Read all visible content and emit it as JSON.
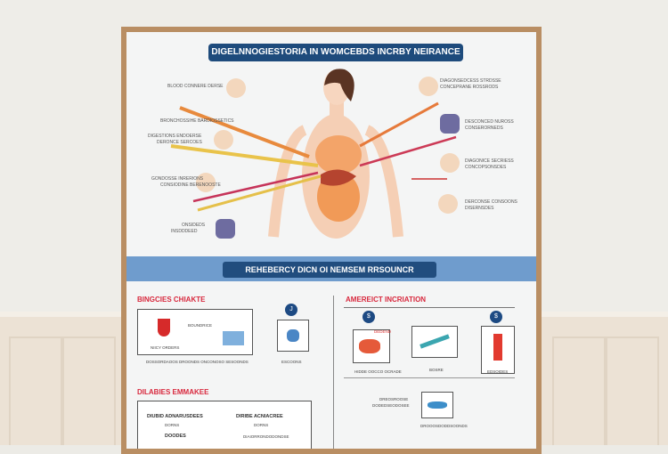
{
  "poster": {
    "title": "DIGELNNOGIESTORIA IN WOMCEBDS INCRBY NEIRANCE",
    "left_labels": [
      "BLOOD CONNERE DERSE",
      "BRONCHOSSIHE BARDIOSSETICS",
      "DIGESTIONS ENDOERSE",
      "DERONCE SERCOES",
      "GONDOSSE INRERIONS",
      "CONSIODINE BERENOOSTE",
      "ONSIDEDS",
      "INSDDDEED"
    ],
    "right_labels": [
      "DIAGONSEDCESS STRDSSE",
      "CONCEPRANE ROSSRODS",
      "DESCONCED NUROSS",
      "CONSERORNEDS",
      "DIAGONICE SECRIESS",
      "CONCOPSONSDES",
      "DERCONSE CONSOONS",
      "DISERNSDES"
    ],
    "section2_title": "REHEBERCY DICN OI NEMSEM RRSOUNCR",
    "left_heading": "BINGCIES CHIAKTE",
    "left_box": {
      "label1": "BOUNDRICE",
      "label2": "NIICY ORDERS",
      "caption": "DOSSORDAOOS DROONDS ONCONOSO SESOONDS",
      "side": "ESCOONS",
      "step": "J"
    },
    "left_heading2": "DILABIES EMMAKEE",
    "left_box2": {
      "a": "DIUBID ADNARUSDEES",
      "b": "DIRIBE ACNIACREE",
      "c": "DORNS",
      "d": "DORNS",
      "e": "DOODES",
      "f": "DIAIORRONDODONDSE"
    },
    "right_heading": "AMEREICT INCRIATION",
    "right_flow": {
      "step1": "$",
      "step2": "$",
      "tag": "DEDEND",
      "cap1": "HIDDE OOCCO OCRADE",
      "cap2": "BOSRE",
      "cap3": "EDSOIDES",
      "side1": "DREOSROOSE",
      "side2": "DODEDSEODOSEE",
      "cap4": "DROOOSDODDSOONDS"
    }
  }
}
